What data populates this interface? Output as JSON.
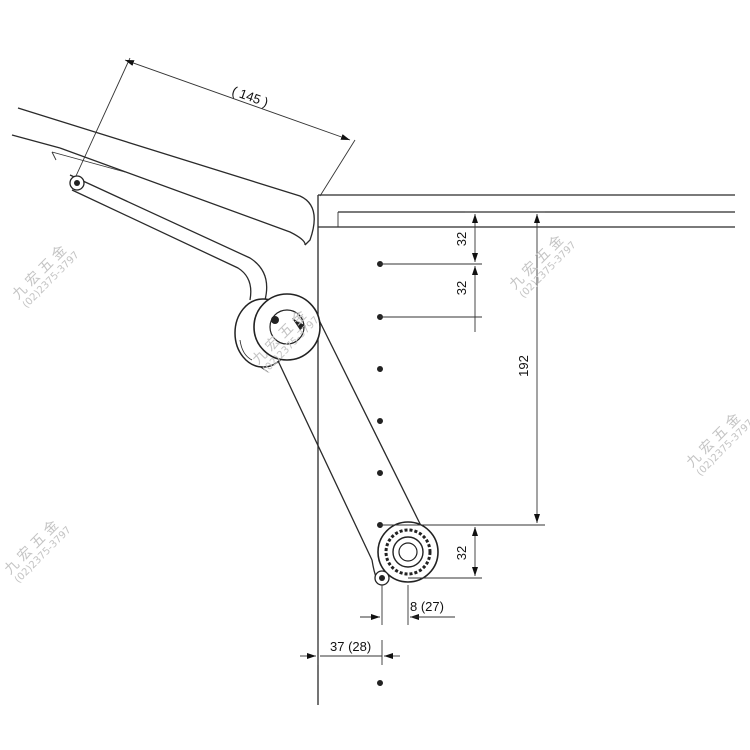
{
  "dimensions": {
    "top_width": "( 145 )",
    "first_hole": "32",
    "hole_pitch": "32",
    "mount_span": "192",
    "bottom_offset": "32",
    "arm_offset": "8 (27)",
    "side_offset": "37 (28)"
  },
  "watermark": {
    "name": "九 宏 五 金",
    "phone": "(02)2375-3797"
  },
  "colors": {
    "line": "#2a2a2a",
    "watermark": "#c4c4c4"
  }
}
